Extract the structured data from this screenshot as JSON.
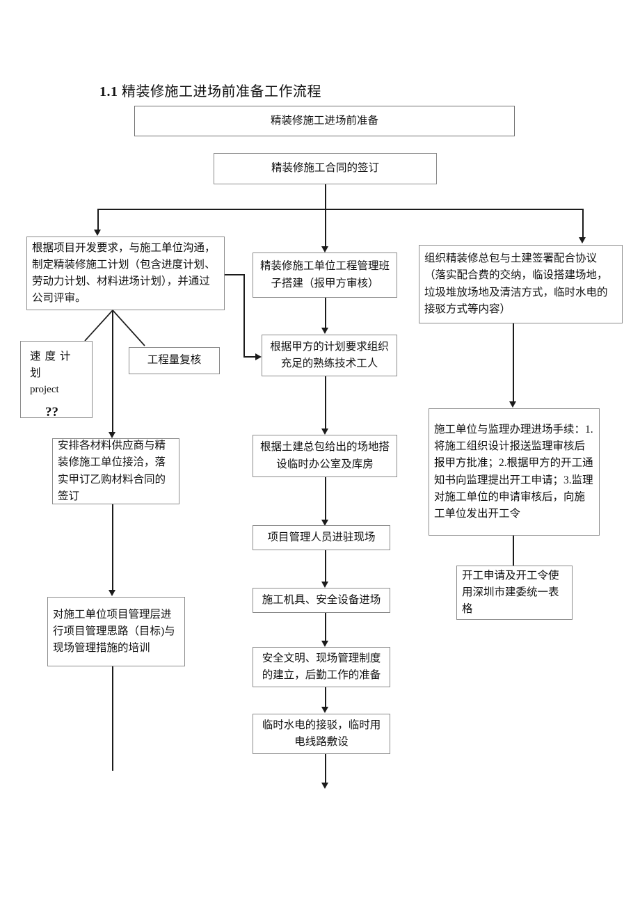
{
  "document": {
    "heading_number": "1.1",
    "heading_text": "精装修施工进场前准备工作流程"
  },
  "colors": {
    "box_border": "#8a8a8a",
    "connector": "#1b1b1b",
    "background": "#ffffff",
    "text": "#111111"
  },
  "flowchart": {
    "type": "flowchart",
    "orientation": "top-down, three parallel branches",
    "nodes": {
      "title_banner": "精装修施工进场前准备",
      "contract": "精装修施工合同的签订",
      "left": {
        "plan": "根据项目开发要求，与施工单位沟通，制定精装修施工计划（包含进度计划、劳动力计划、材料进场计划），并通过公司评审。",
        "speed_plan_line1": "速度计划",
        "speed_plan_line2": "project",
        "speed_plan_line3": "??",
        "quantity_recheck": "工程量复核",
        "supplier": "安排各材料供应商与精装修施工单位接洽，落实甲订乙购材料合同的签订",
        "training": "对施工单位项目管理层进行项目管理思路（目标)与现场管理措施的培训"
      },
      "middle": {
        "team": "精装修施工单位工程管理班子搭建（报甲方审核）",
        "workers": "根据甲方的计划要求组织充足的熟练技术工人",
        "temp_office": "根据土建总包给出的场地搭设临时办公室及库房",
        "staff_onsite": "项目管理人员进驻现场",
        "equipment": "施工机具、安全设备进场",
        "safety_system": "安全文明、现场管理制度的建立，后勤工作的准备",
        "utilities": "临时水电的接驳，临时用电线路敷设"
      },
      "right": {
        "agreement": "组织精装修总包与土建签署配合协议（落实配合费的交纳，临设搭建场地，垃圾堆放场地及清洁方式，临时水电的接驳方式等内容）",
        "entry_procedures": "施工单位与监理办理进场手续：1.将施工组织设计报送监理审核后报甲方批准；2.根据甲方的开工通知书向监理提出开工申请；3.监理对施工单位的申请审核后，向施工单位发出开工令",
        "forms": "开工申请及开工令使用深圳市建委统一表格"
      }
    }
  }
}
